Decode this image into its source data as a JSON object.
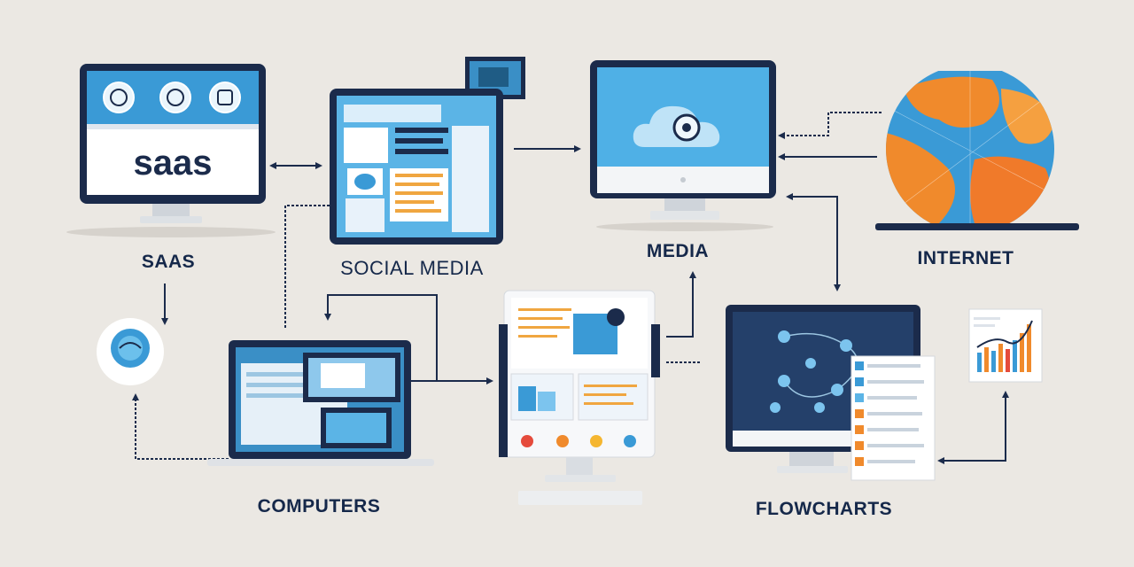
{
  "labels": {
    "saas": "SAAS",
    "social_media": "SOCIAL MEDIA",
    "media": "MEDIA",
    "internet": "INTERNET",
    "computers": "COMPUTERS",
    "flowcharts": "FLOWCHARTS"
  },
  "saas_screen_text": "saas",
  "colors": {
    "navy": "#1b2b4b",
    "blue": "#3aa0dc",
    "orange": "#f08a2c",
    "background": "#ebe8e3"
  }
}
